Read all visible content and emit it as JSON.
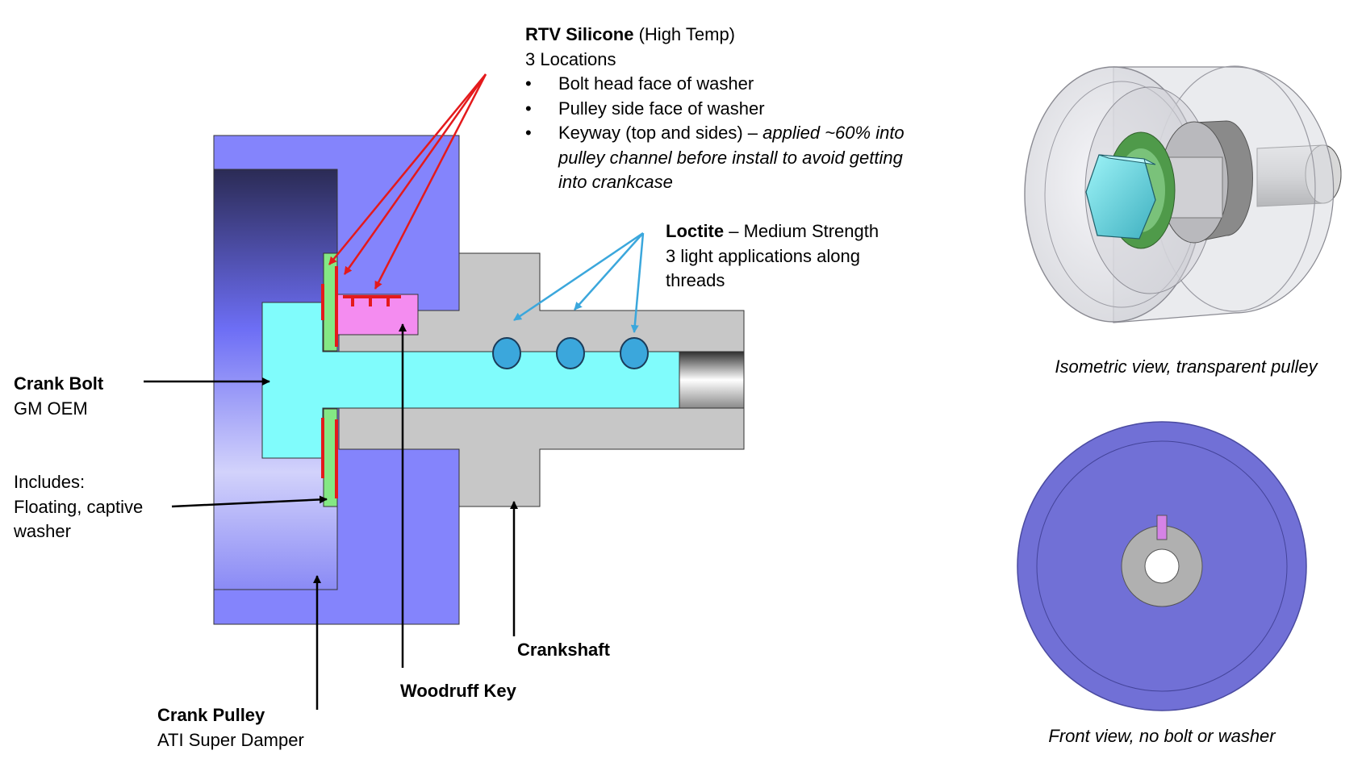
{
  "labels": {
    "rtv": {
      "title": "RTV Silicone",
      "title_suffix": " (High Temp)",
      "subtitle": "3 Locations",
      "bullet_glyph": "•",
      "bullets": [
        {
          "text": "Bolt head face of washer"
        },
        {
          "text": "Pulley side face of washer"
        },
        {
          "text": "Keyway (top and sides) – ",
          "italic_line1": "applied ~60% into",
          "italic_line2": "pulley channel before install to avoid getting",
          "italic_line3": "into crankcase"
        }
      ]
    },
    "loctite": {
      "title": "Loctite",
      "title_suffix": " – Medium Strength",
      "line2": "3 light applications along",
      "line3": "threads"
    },
    "crank_bolt": {
      "title": "Crank Bolt",
      "subtitle": "GM OEM"
    },
    "washer": {
      "line1": "Includes:",
      "line2": "Floating, captive",
      "line3": "washer"
    },
    "crank_pulley": {
      "title": "Crank Pulley",
      "subtitle": "ATI Super Damper"
    },
    "woodruff_key": {
      "title": "Woodruff Key"
    },
    "crankshaft": {
      "title": "Crankshaft"
    }
  },
  "captions": {
    "isometric": "Isometric view, transparent pulley",
    "front": "Front view, no bolt or washer"
  },
  "colors": {
    "pulley": "#8484fc",
    "bolt": "#80fcfc",
    "crankshaft": "#c7c7c7",
    "washer": "#84e884",
    "woodruff_key": "#f48cf0",
    "rtv": "#e41a1c",
    "loctite": "#3ba7dc",
    "front_disc": "#7170d6"
  }
}
